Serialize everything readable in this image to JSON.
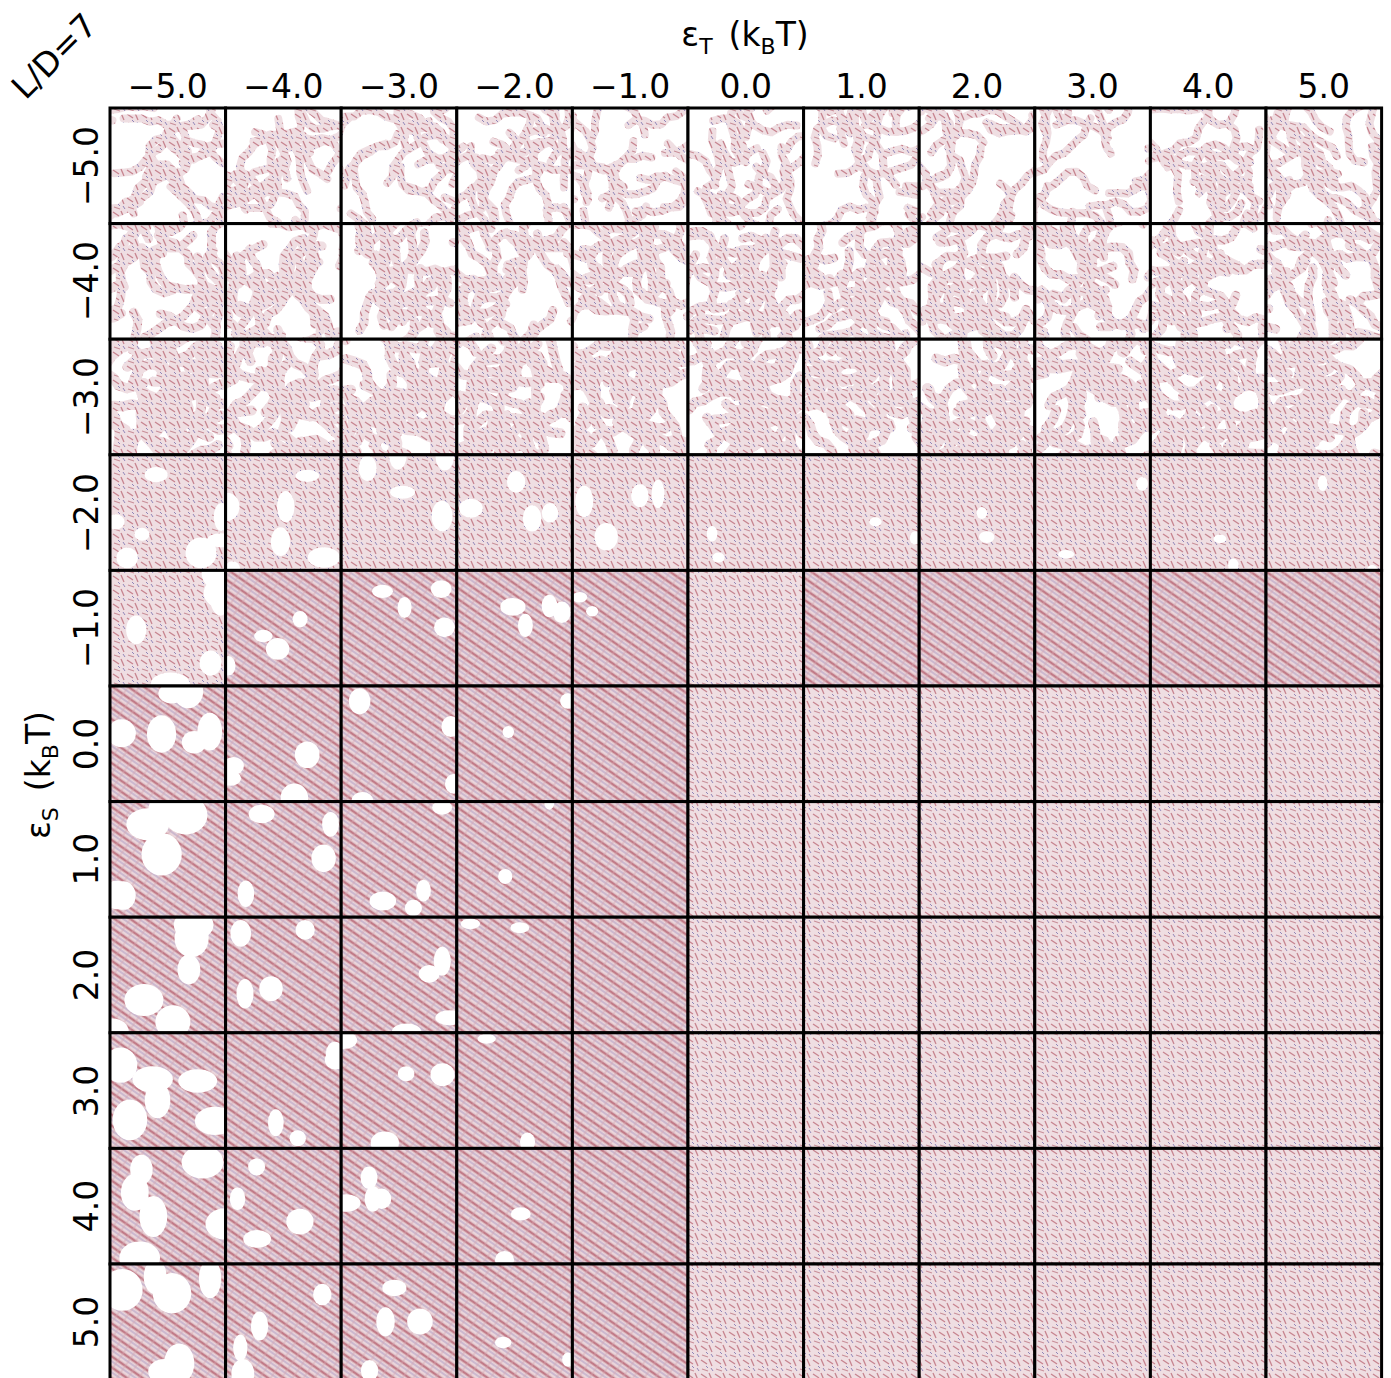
{
  "diagram": {
    "labels": [
      "L/D=7",
      "ε",
      "T",
      "(k",
      "B",
      "T)",
      "−5.0",
      "−4.0",
      "−3.0",
      "−2.0",
      "−1.0",
      "0.0",
      "1.0",
      "2.0",
      "3.0",
      "4.0",
      "5.0",
      "ε",
      "S",
      "(k",
      "B",
      "T)",
      "−5.0",
      "−4.0",
      "−3.0",
      "−2.0",
      "−1.0",
      "0.0",
      "1.0",
      "2.0",
      "3.0",
      "4.0",
      "5.0"
    ]
  }
}
